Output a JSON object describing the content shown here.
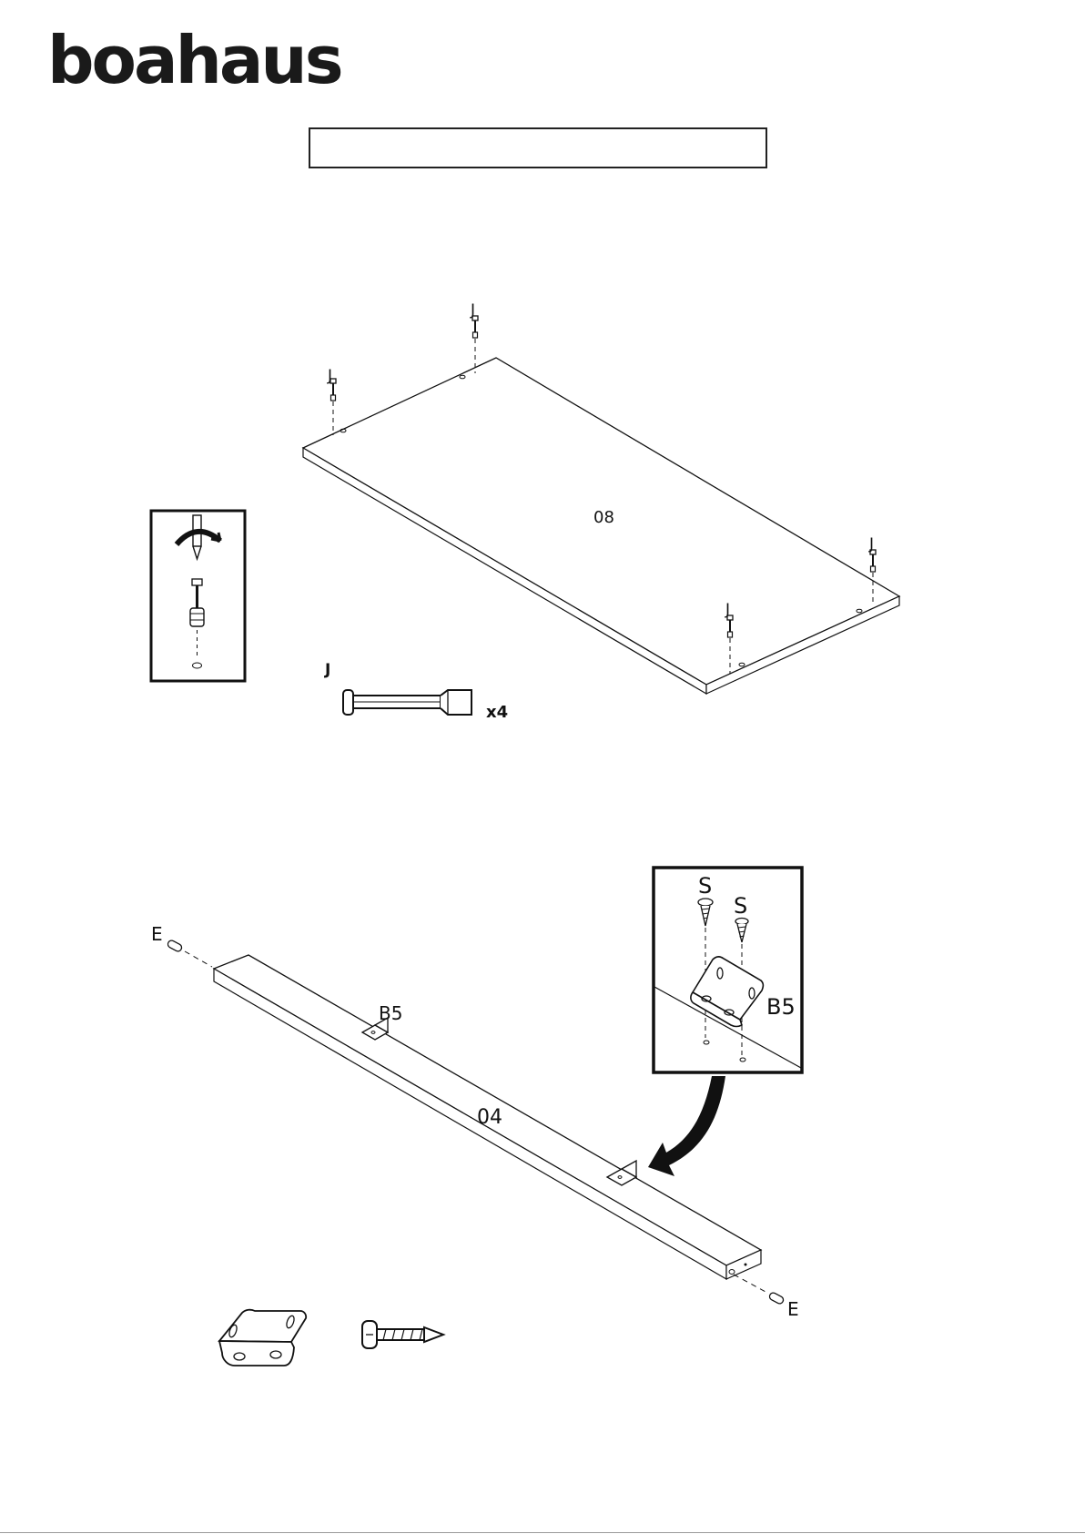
{
  "brand": {
    "logo_text": "boahaus"
  },
  "step1": {
    "part_panel": "08",
    "screw_labels": [
      "J",
      "J",
      "J",
      "J"
    ],
    "hardware_label": "J",
    "hardware_qty": "x4"
  },
  "step2": {
    "part_rail": "04",
    "dowel_labels": [
      "E",
      "E"
    ],
    "bracket_label": "B5",
    "detail": {
      "screw_labels": [
        "S",
        "S"
      ],
      "bracket_label": "B5"
    }
  }
}
